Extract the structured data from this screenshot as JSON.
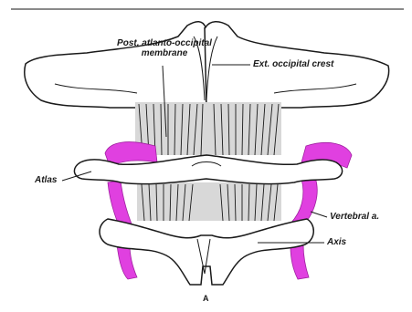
{
  "figure": {
    "labels": {
      "membrane_line1": "Post. atlanto-occipital",
      "membrane_line2": "membrane",
      "occipital_crest": "Ext. occipital crest",
      "atlas": "Atlas",
      "vertebral_artery": "Vertebral a.",
      "axis": "Axis",
      "panel": "A"
    },
    "colors": {
      "artery": "#e040e0",
      "line": "#1a1a1a",
      "bone": "#ffffff"
    }
  }
}
